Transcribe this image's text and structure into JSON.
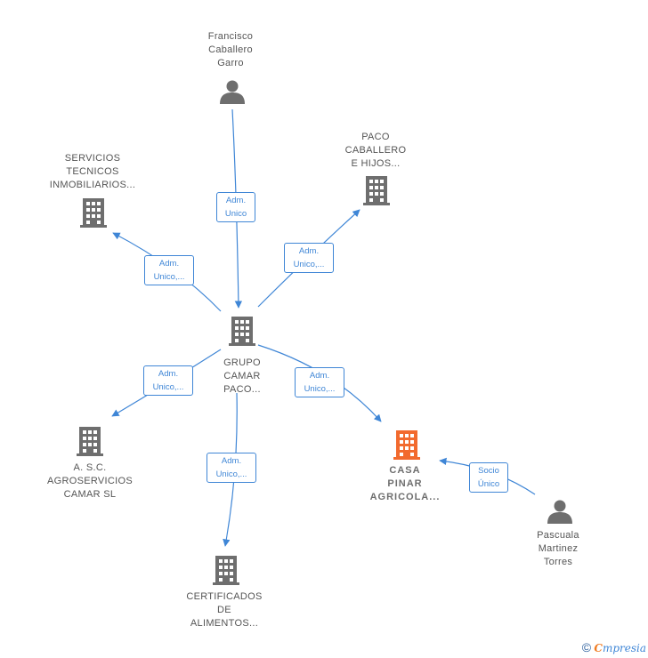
{
  "nodes": [
    {
      "id": "grupo",
      "lines": [
        "GRUPO",
        "CAMAR",
        "PACO..."
      ],
      "kind": "company",
      "focus": false
    },
    {
      "id": "francisco",
      "lines": [
        "Francisco",
        "Caballero",
        "Garro"
      ],
      "kind": "person",
      "focus": false
    },
    {
      "id": "servicios",
      "lines": [
        "SERVICIOS",
        "TECNICOS",
        "INMOBILIARIOS..."
      ],
      "kind": "company",
      "focus": false
    },
    {
      "id": "paco",
      "lines": [
        "PACO",
        "CABALLERO",
        "E HIJOS..."
      ],
      "kind": "company",
      "focus": false
    },
    {
      "id": "agroservicios",
      "lines": [
        "A. S.C.",
        "AGROSERVICIOS",
        "CAMAR  SL"
      ],
      "kind": "company",
      "focus": false
    },
    {
      "id": "certificados",
      "lines": [
        "CERTIFICADOS",
        "DE",
        "ALIMENTOS..."
      ],
      "kind": "company",
      "focus": false
    },
    {
      "id": "casa",
      "lines": [
        "CASA",
        "PINAR",
        "AGRICOLA..."
      ],
      "kind": "company",
      "focus": true
    },
    {
      "id": "pascuala",
      "lines": [
        "Pascuala",
        "Martinez",
        "Torres"
      ],
      "kind": "person",
      "focus": false
    }
  ],
  "edges": [
    {
      "id": "e-francisco-grupo",
      "from": "francisco",
      "to": "grupo",
      "label": [
        "Adm.",
        "Unico"
      ]
    },
    {
      "id": "e-grupo-servicios",
      "from": "grupo",
      "to": "servicios",
      "label": [
        "Adm.",
        "Unico,..."
      ]
    },
    {
      "id": "e-grupo-paco",
      "from": "grupo",
      "to": "paco",
      "label": [
        "Adm.",
        "Unico,..."
      ]
    },
    {
      "id": "e-grupo-agro",
      "from": "grupo",
      "to": "agroservicios",
      "label": [
        "Adm.",
        "Unico,..."
      ]
    },
    {
      "id": "e-grupo-cert",
      "from": "grupo",
      "to": "certificados",
      "label": [
        "Adm.",
        "Unico,..."
      ]
    },
    {
      "id": "e-grupo-casa",
      "from": "grupo",
      "to": "casa",
      "label": [
        "Adm.",
        "Unico,..."
      ]
    },
    {
      "id": "e-pascuala-casa",
      "from": "pascuala",
      "to": "casa",
      "label": [
        "Socio",
        "Único"
      ]
    }
  ],
  "colors": {
    "edge": "#3f86d6",
    "company": "#6e6e6e",
    "focus": "#f26a2e",
    "person": "#6e6e6e"
  },
  "footer": {
    "copyright": "©",
    "brand_first": "C",
    "brand_rest": "mpresia"
  }
}
